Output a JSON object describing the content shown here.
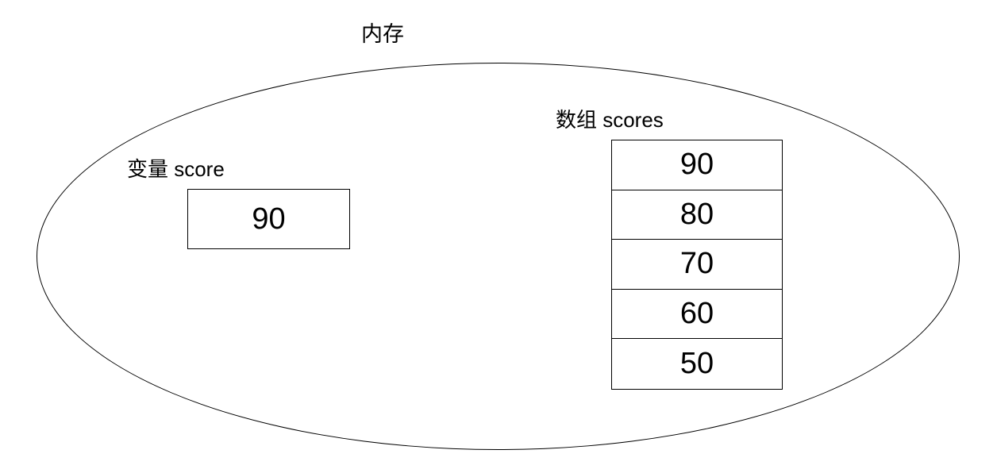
{
  "diagram": {
    "title": "内存",
    "variable": {
      "label": "变量 score",
      "value": "90"
    },
    "array": {
      "label": "数组 scores",
      "cells": [
        "90",
        "80",
        "70",
        "60",
        "50"
      ]
    },
    "colors": {
      "line": "#000000",
      "background": "#ffffff",
      "text": "#000000"
    }
  }
}
